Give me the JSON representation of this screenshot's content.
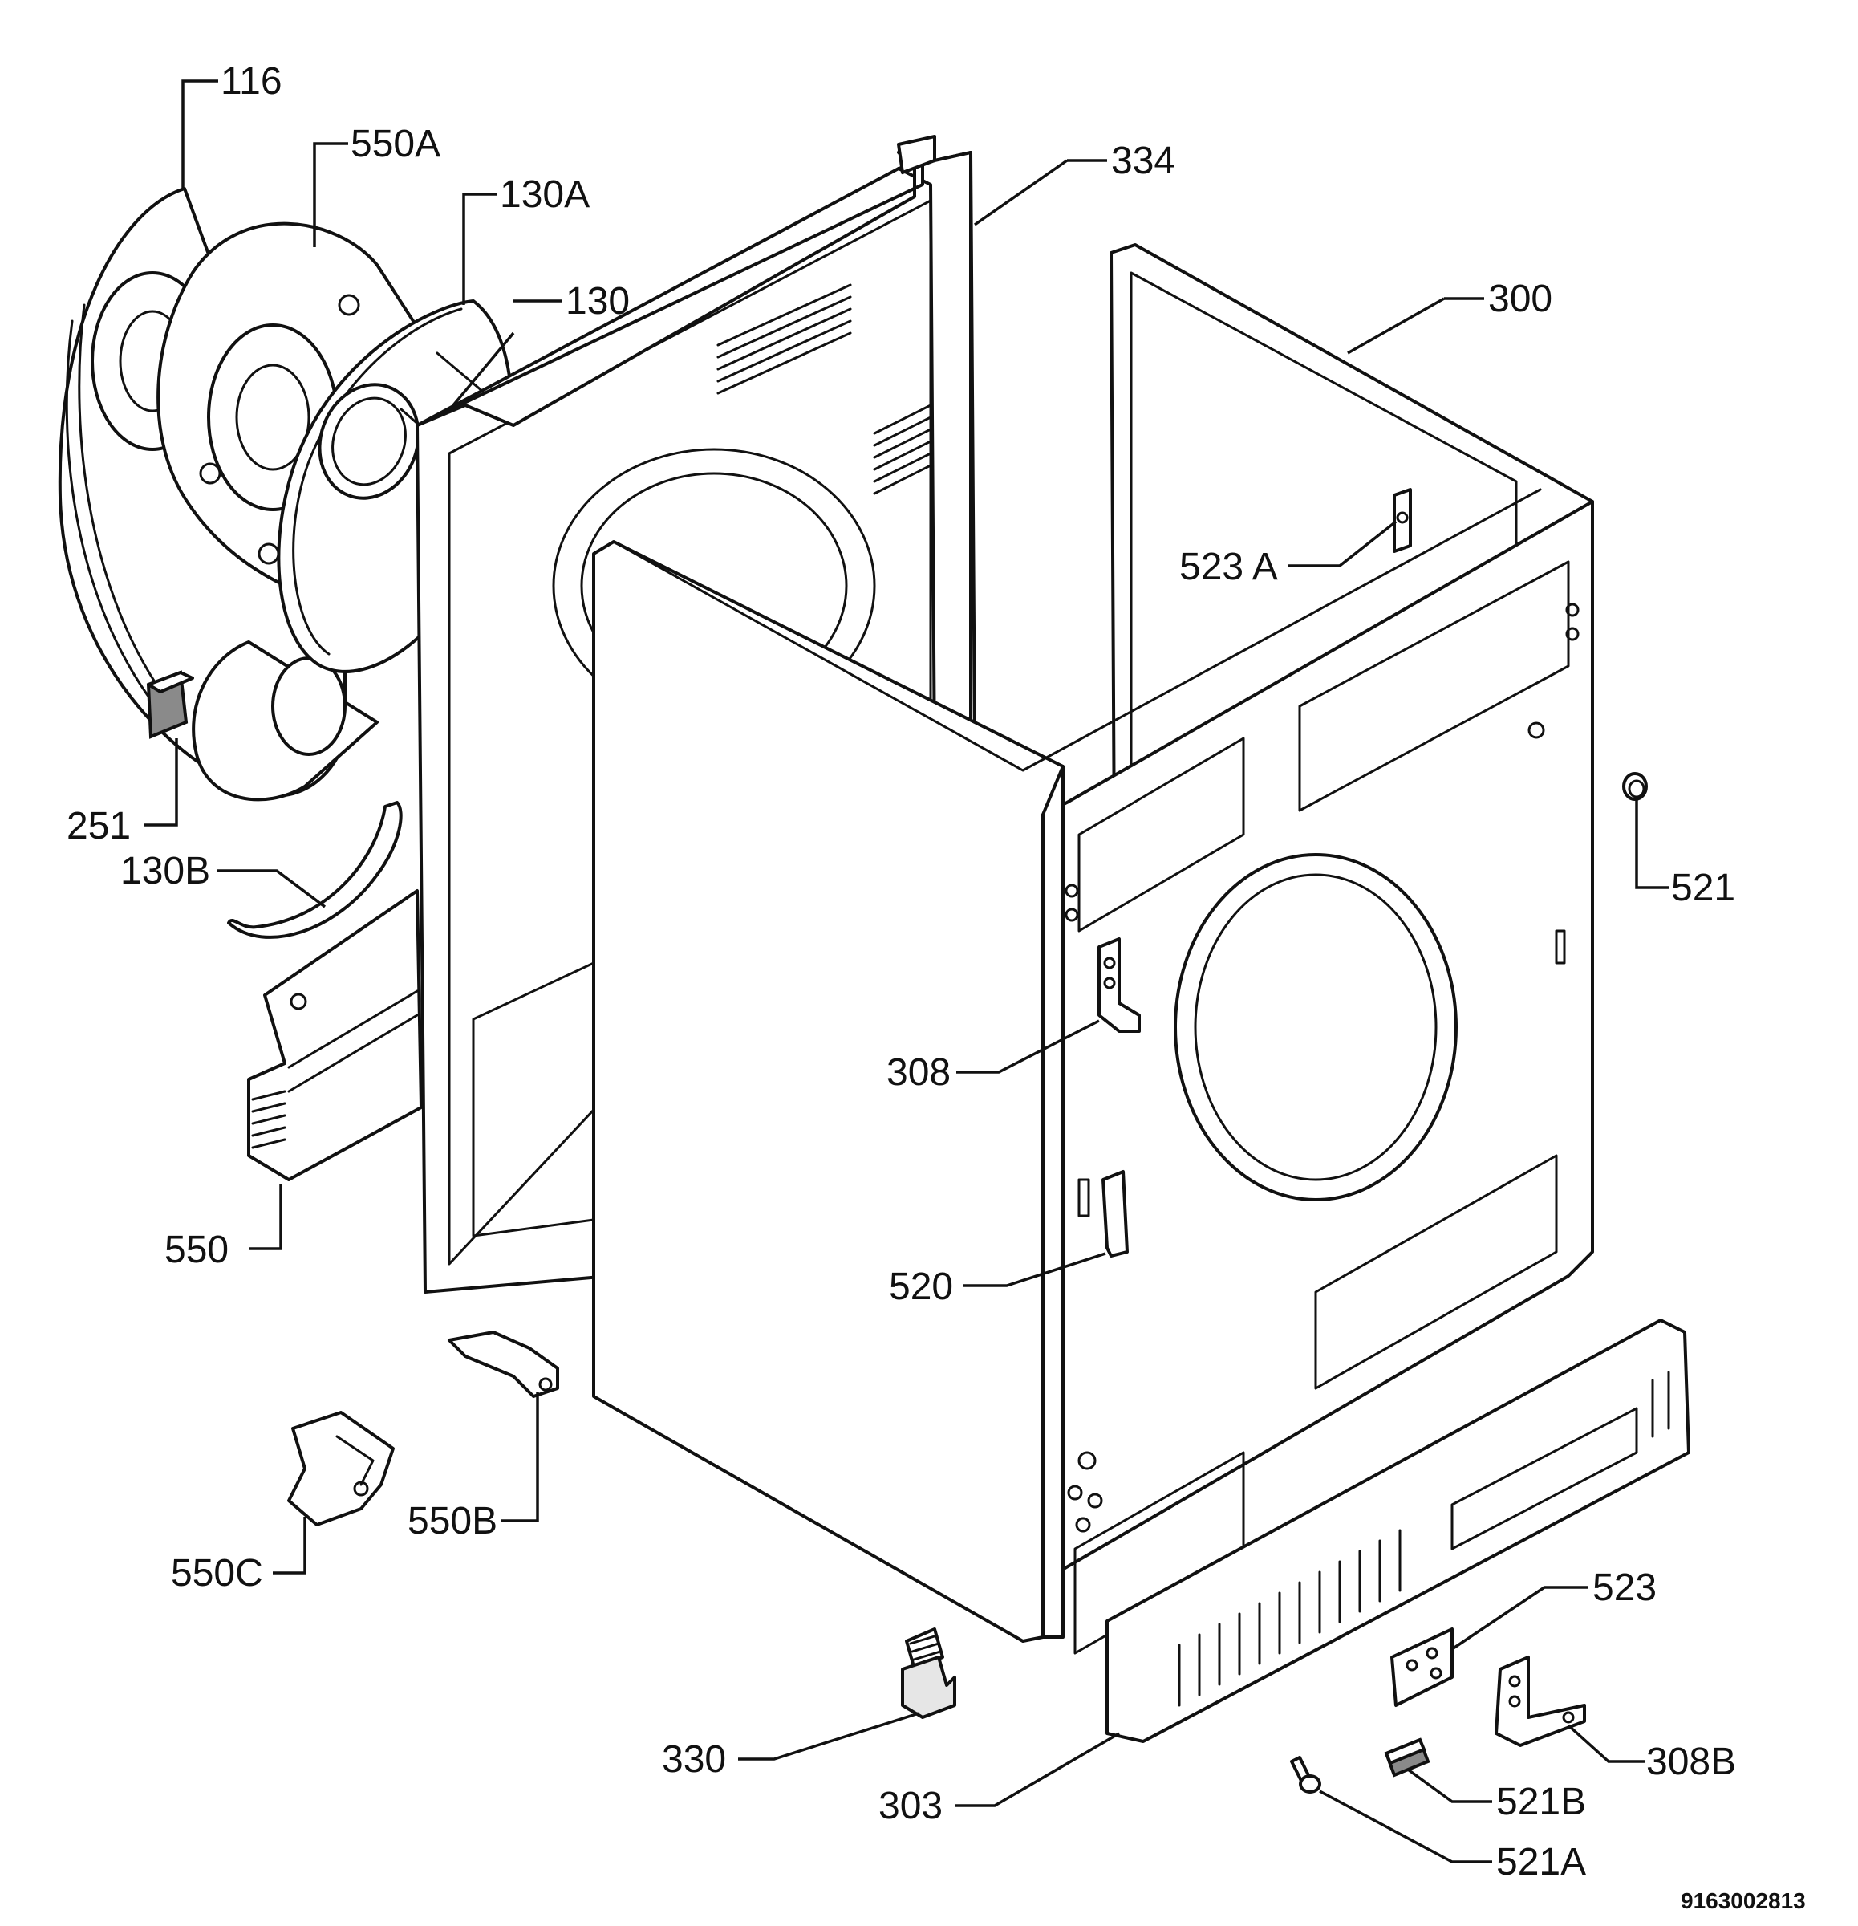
{
  "callouts": {
    "c116": "116",
    "c550a": "550A",
    "c130a": "130A",
    "c130": "130",
    "c334": "334",
    "c300": "300",
    "c523a": "523 A",
    "c251": "251",
    "c521": "521",
    "c130b": "130B",
    "c308": "308",
    "c550": "550",
    "c520": "520",
    "c550b": "550B",
    "c550c": "550C",
    "c523": "523",
    "c330": "330",
    "c308b": "308B",
    "c303": "303",
    "c521b": "521B",
    "c521a": "521A"
  },
  "document_number": "9163002813"
}
